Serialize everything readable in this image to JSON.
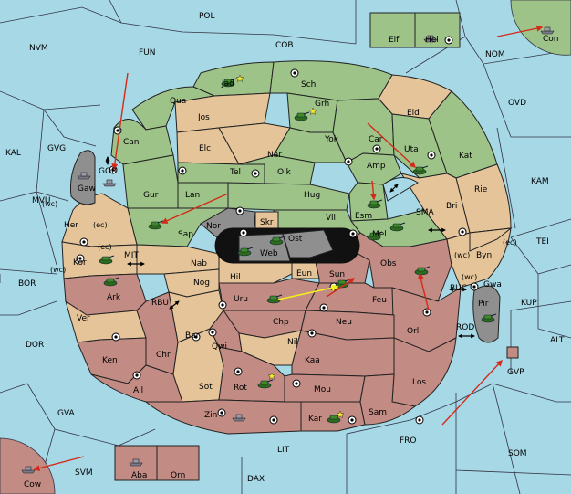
{
  "colors": {
    "sea": "#a6d8e6",
    "green": "#9dc388",
    "tan": "#e5c49a",
    "red": "#c28b83",
    "gray": "#8f8f8f",
    "line": "#222222",
    "order_red": "#d42a1a",
    "order_yellow": "#f4f020"
  },
  "sea_labels": {
    "pol": "POL",
    "nvm": "NVM",
    "fun": "FUN",
    "cob": "COB",
    "nom": "NOM",
    "ovd": "OVD",
    "kal": "KAL",
    "gvg": "GVG",
    "kam": "KAM",
    "mvu": "MVU",
    "sma": "SMA",
    "tei": "TEI",
    "bor": "BOR",
    "mit": "MIT",
    "rbu": "RBU",
    "buc": "BUC",
    "kup": "KUP",
    "rod": "ROD",
    "alt": "ALT",
    "dor": "DOR",
    "gva": "GVA",
    "fro": "FRO",
    "som": "SOM",
    "lit": "LIT",
    "svm": "SVM",
    "dax": "DAX",
    "gor": "GOR"
  },
  "provinces": {
    "elf": "Elf",
    "hel": "Hel",
    "con": "Con",
    "jad": "Jad",
    "sch": "Sch",
    "qua": "Qua",
    "jos": "Jos",
    "grh": "Grh",
    "eld": "Eld",
    "can": "Can",
    "elc": "Elc",
    "nar": "Nar",
    "yok": "Yok",
    "car": "Car",
    "uta": "Uta",
    "kat": "Kat",
    "tel": "Tel",
    "olk": "Olk",
    "amp": "Amp",
    "gaw": "Gaw",
    "gur": "Gur",
    "lan": "Lan",
    "hug": "Hug",
    "rie": "Rie",
    "bri": "Bri",
    "esm": "Esm",
    "her": "Her",
    "sap": "Sap",
    "nor": "Nor",
    "skr": "Skr",
    "ost": "Ost",
    "vil": "Vil",
    "mel": "Mel",
    "web": "Web",
    "kor": "Kor",
    "nab": "Nab",
    "byn": "Byn",
    "hil": "Hil",
    "eun": "Eun",
    "sun": "Sun",
    "obs": "Obs",
    "gwa": "Gwa",
    "ark": "Ark",
    "nog": "Nog",
    "uru": "Uru",
    "feu": "Feu",
    "pir": "Pir",
    "orl": "Orl",
    "ver": "Ver",
    "chp": "Chp",
    "neu": "Neu",
    "bar": "Bar",
    "qwi": "Qwi",
    "nil": "Nil",
    "ken": "Ken",
    "chr": "Chr",
    "kaa": "Kaa",
    "gvp": "GVP",
    "ail": "Ail",
    "sot": "Sot",
    "rot": "Rot",
    "mou": "Mou",
    "los": "Los",
    "zin": "Zin",
    "kar": "Kar",
    "sam": "Sam",
    "aba": "Aba",
    "orn": "Orn",
    "cow": "Cow"
  },
  "coast_labels": {
    "her_wc": "(wc)",
    "her_ec": "(ec)",
    "kor_ec": "(ec)",
    "kor_wc": "(wc)",
    "byn_wc": "(wc)",
    "byn_ec": "(ec)",
    "gwa_wc": "(wc)"
  }
}
